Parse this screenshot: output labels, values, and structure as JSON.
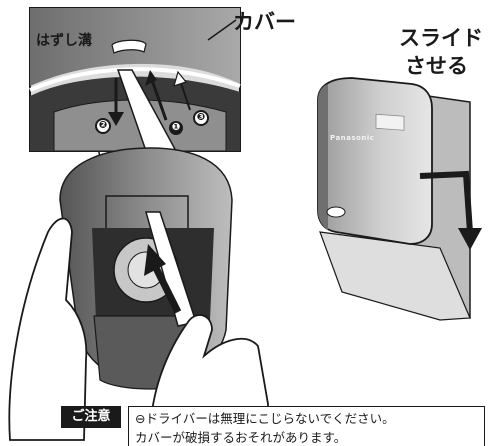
{
  "labels": {
    "cover": "カバー",
    "slide_line1": "スライド",
    "slide_line2": "させる",
    "removal_groove": "はずし溝"
  },
  "steps": [
    "❶",
    "❷",
    "❸"
  ],
  "brand": "Panasonic",
  "caution": {
    "badge": "ご注意",
    "line1": "⊖ドライバーは無理にこじらないでください。",
    "line2": "カバーが破損するおそれがあります。"
  },
  "colors": {
    "ink": "#1a1a1a",
    "device_dark": "#7d7d7d",
    "device_light": "#d9d9d9",
    "background": "#ffffff"
  }
}
